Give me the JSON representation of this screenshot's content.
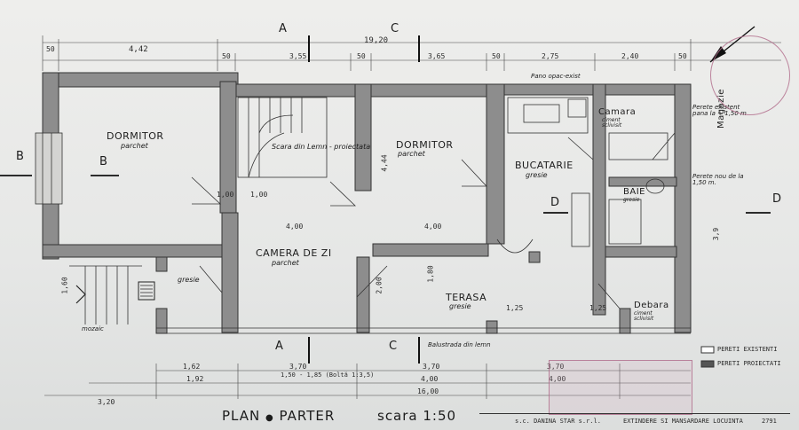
{
  "title": {
    "plan": "PLAN",
    "parter": "PARTER",
    "scale": "scara 1:50"
  },
  "rooms": {
    "dormitor1": {
      "name": "DORMITOR",
      "floor": "parchet"
    },
    "dormitor2": {
      "name": "DORMITOR",
      "floor": "parchet"
    },
    "camera_zi": {
      "name": "CAMERA DE ZI",
      "floor": "parchet"
    },
    "bucatarie": {
      "name": "BUCATARIE",
      "floor": "gresie"
    },
    "camara": {
      "name": "Camara",
      "floor": "ciment sclivisit"
    },
    "baie": {
      "name": "BAIE",
      "floor": "gresie"
    },
    "debara": {
      "name": "Debara",
      "floor": "ciment sclivisit"
    },
    "terasa": {
      "name": "TERASA",
      "floor": "gresie"
    },
    "magazie": {
      "name": "Magazie"
    },
    "scara": "Scara din Lemn - proiectata"
  },
  "notes": {
    "pano": "Pano opac-exist",
    "pereti_existenti_top": "Perete existent pana la + 1,50 m",
    "pereti_nou": "Perete nou de la 1,50 m.",
    "balustrada": "Balustrada din lemn",
    "gresie_left": "gresie",
    "mozaic": "mozaic"
  },
  "section_marks": {
    "a": "A",
    "b": "B",
    "c": "C",
    "d": "D"
  },
  "top_dims": {
    "row1": [
      "50",
      "4,42",
      "19,20"
    ],
    "row2": [
      "50",
      "3,55",
      "50",
      "3,65",
      "50",
      "2,75",
      "2,40",
      "50"
    ]
  },
  "inner_dims": [
    "1,00",
    "1,00",
    "4,00",
    "4,00",
    "4,44",
    "3,9",
    "1,60",
    "2,00",
    "1,80",
    "1,25",
    "1,25"
  ],
  "bottom_dims": {
    "row1": [
      "1,62",
      "3,70",
      "3,70",
      "3,70"
    ],
    "row2": [
      "1,92",
      "1,50 - 1,85 (Boltă 1:3,5)",
      "4,00",
      "4,00"
    ],
    "row3": [
      "3,20",
      "16,00"
    ]
  },
  "legend": {
    "existing": "PERETI EXISTENTI",
    "projected": "PERETI PROIECTATI"
  },
  "title_block": {
    "company": "s.c. DANINA STAR s.r.l.",
    "project": "EXTINDERE SI MANSARDARE LOCUINTA",
    "sheet_no": "2791"
  }
}
